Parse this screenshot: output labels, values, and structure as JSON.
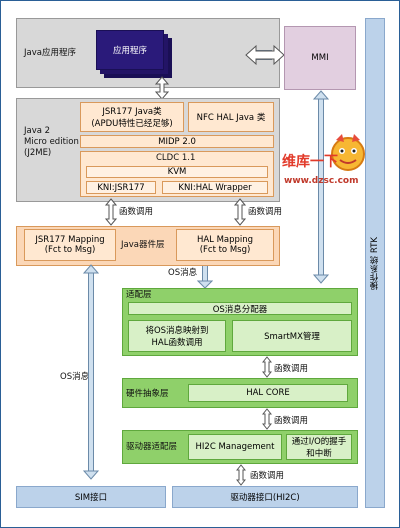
{
  "java_area": {
    "label": "Java应用程序",
    "app_box": "应用程序"
  },
  "mmi": {
    "label": "MMI"
  },
  "j2me": {
    "label_line1": "Java 2",
    "label_line2": "Micro edition",
    "label_line3": "(J2ME)",
    "jsr177_line1": "JSR177  Java类",
    "jsr177_line2": "(APDU特性已经足够)",
    "nfc_hal": "NFC HAL Java 类",
    "midp": "MIDP 2.0",
    "cldc": "CLDC 1.1",
    "kvm": "KVM",
    "kni_jsr": "KNI:JSR177",
    "kni_hal": "KNI:HAL Wrapper"
  },
  "calls": {
    "call1": "函数调用",
    "call2": "函数调用",
    "call3": "函数调用",
    "call4": "函数调用",
    "call5": "函数调用"
  },
  "java_device_layer": {
    "label": "Java器件层",
    "jsr_line1": "JSR177 Mapping",
    "jsr_line2": "(Fct to Msg)",
    "hal_line1": "HAL Mapping",
    "hal_line2": "(Fct to Msg)"
  },
  "os_msg_1": "OS消息",
  "os_msg_2": "OS消息",
  "adapter": {
    "label": "适配层",
    "dispatcher": "OS消息分配器",
    "map_line1": "将OS消息映射到",
    "map_line2": "HAL函数调用",
    "smartmx": "SmartMX管理"
  },
  "hal": {
    "label": "硬件抽象层",
    "core": "HAL CORE"
  },
  "driver": {
    "label": "驱动器适配层",
    "i2c": "HI2C Management",
    "io_line1": "通过I/O的握手",
    "io_line2": "和中断"
  },
  "sim": "SIM接口",
  "driver_if": "驱动器接口(HI2C)",
  "rtk": "操作系统 RTK",
  "watermark": {
    "top": "维库一下",
    "url": "www.dzsc.com"
  }
}
